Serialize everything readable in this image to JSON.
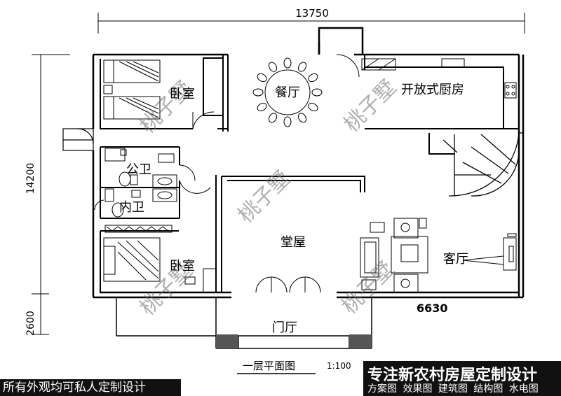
{
  "plan": {
    "title": "一层平面图",
    "scale": "1:100",
    "dims": {
      "width_total": "13750",
      "depth_total": "14200",
      "porch_depth": "2600",
      "living_width": "6630"
    },
    "rooms": {
      "bedroom_top": "卧室",
      "dining": "餐厅",
      "kitchen": "开放式厨房",
      "public_bath": "公卫",
      "inner_bath": "内卫",
      "main_hall": "堂屋",
      "bedroom_bottom": "卧室",
      "living": "客厅",
      "foyer": "门厅"
    },
    "watermark": "桃子墅"
  },
  "banners": {
    "left": "所有外观均可私人定制设计",
    "right_title": "专注新农村房屋定制设计",
    "right_services": [
      "方案图",
      "效果图",
      "建筑图",
      "结构图",
      "水电图"
    ]
  }
}
